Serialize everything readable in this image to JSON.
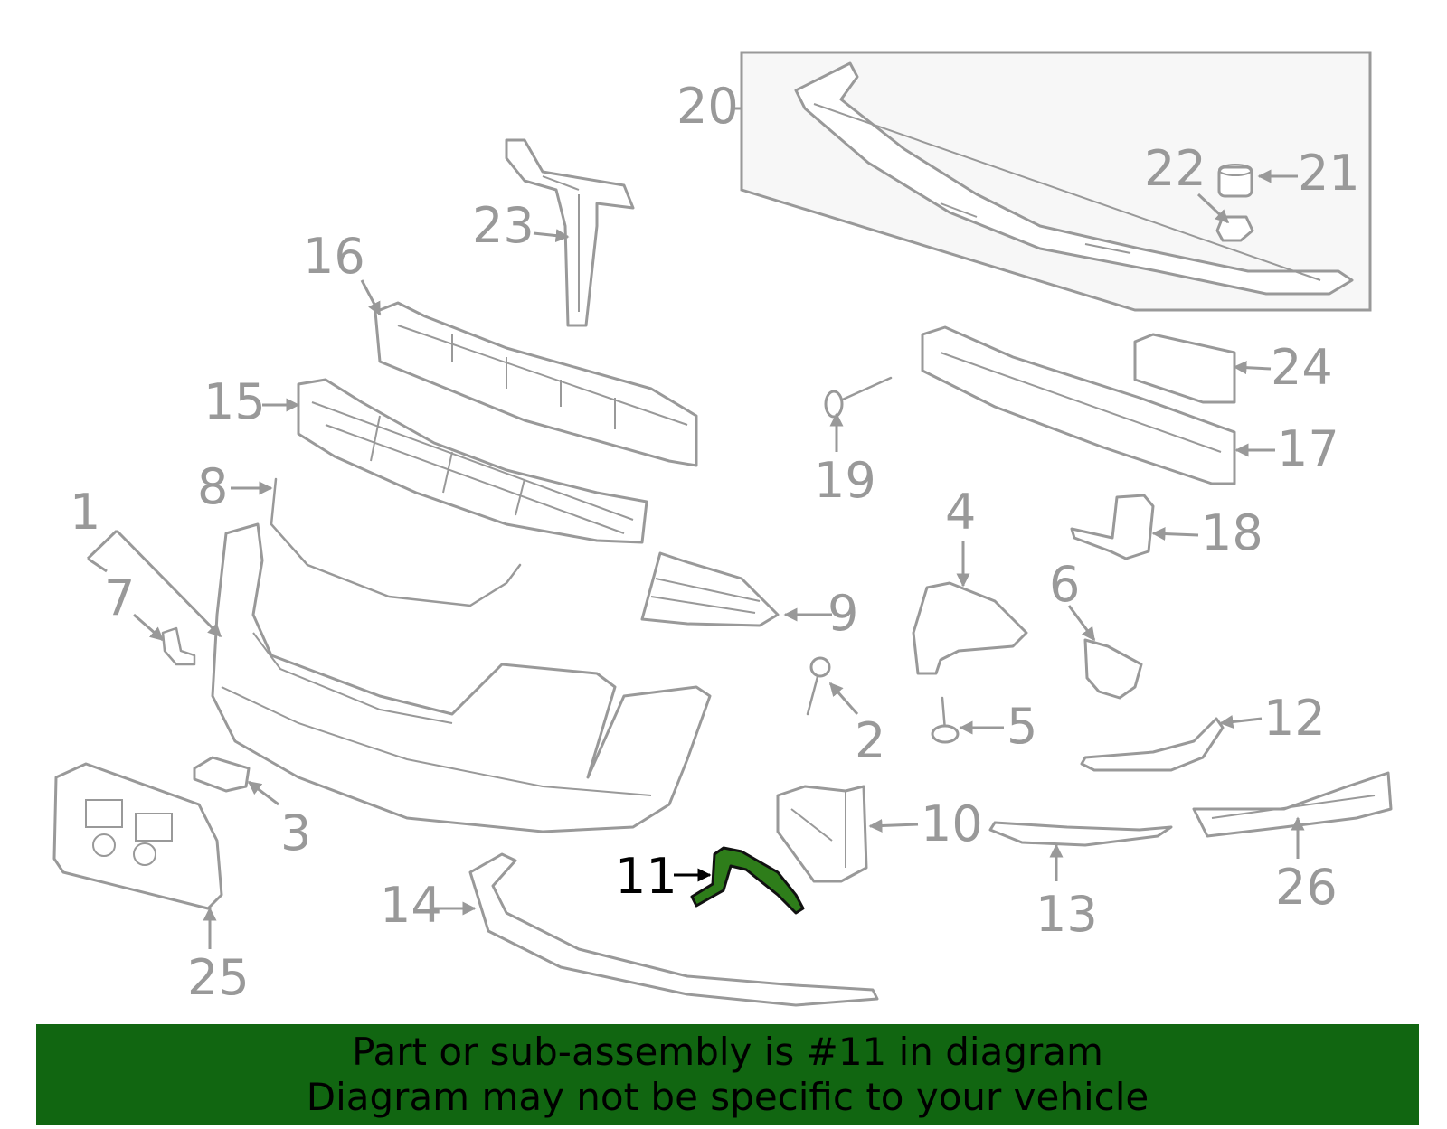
{
  "highlighted_part": "11",
  "callouts": [
    "1",
    "2",
    "3",
    "4",
    "5",
    "6",
    "7",
    "8",
    "9",
    "10",
    "11",
    "12",
    "13",
    "14",
    "15",
    "16",
    "17",
    "18",
    "19",
    "20",
    "21",
    "22",
    "23",
    "24",
    "25",
    "26"
  ],
  "colors": {
    "part_stroke": "#999999",
    "highlight_fill": "#2e7d1a",
    "banner_bg": "#116611",
    "text": "#000000"
  },
  "banner": {
    "line1": "Part or sub-assembly is #11 in diagram",
    "line2": "Diagram may not be specific to your vehicle"
  }
}
